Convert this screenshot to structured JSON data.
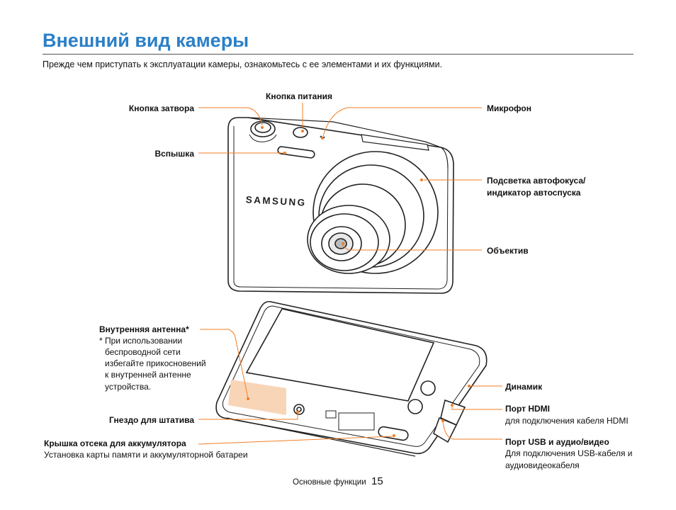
{
  "page": {
    "title": "Внешний вид камеры",
    "intro": "Прежде чем приступать к эксплуатации камеры, ознакомьтесь с ее элементами и их функциями."
  },
  "front": {
    "brand": "SAMSUNG",
    "labels": {
      "power": "Кнопка питания",
      "shutter": "Кнопка затвора",
      "mic": "Микрофон",
      "flash": "Вспышка",
      "af_lamp_1": "Подсветка автофокуса/",
      "af_lamp_2": "индикатор автоспуска",
      "lens": "Объектив"
    }
  },
  "back": {
    "antenna": {
      "title": "Внутренняя антенна*",
      "note_1": "* При использовании",
      "note_2": "беспроводной сети",
      "note_3": "избегайте прикосновений",
      "note_4": "к внутренней антенне",
      "note_5": "устройства."
    },
    "tripod": "Гнездо для штатива",
    "battery": {
      "title": "Крышка отсека для аккумулятора",
      "desc": "Установка карты памяти и аккумуляторной батареи"
    },
    "speaker": "Динамик",
    "hdmi": {
      "title": "Порт HDMI",
      "desc": "для подключения кабеля HDMI"
    },
    "usb": {
      "title": "Порт USB и аудио/видео",
      "desc_1": "Для подключения USB-кабеля и",
      "desc_2": "аудиовидеокабеля"
    }
  },
  "footer": {
    "section": "Основные функции",
    "page_number": "15"
  },
  "colors": {
    "title": "#2b7fc7",
    "leader": "#f07e26",
    "highlight": "#f9d5b8"
  }
}
